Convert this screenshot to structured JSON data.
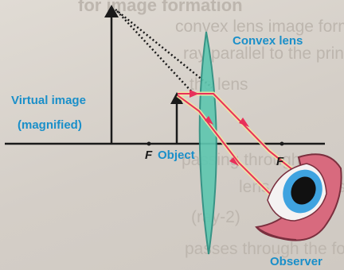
{
  "labels": {
    "convex_lens": "Convex lens",
    "virtual_image_line1": "Virtual image",
    "virtual_image_line2": "(magnified)",
    "object": "Object",
    "focus_left": "F",
    "focus_right": "F",
    "observer": "Observer"
  },
  "background_text": [
    "for image formation",
    "convex lens image formation",
    "ray parallel to the principal axis",
    "the lens",
    "passing through the",
    "lens continues",
    "(ray-2)",
    "passes through the focus"
  ],
  "colors": {
    "label_blue": "#1a8fc9",
    "ray": "#e8305a",
    "ray_glow": "#f5e6a0",
    "lens_fill": "#5fc7b0",
    "lens_edge": "#2b8f80",
    "axis": "#1a1a1a",
    "eye_skin": "#d86a7e",
    "eye_iris": "#3fa3e0"
  }
}
